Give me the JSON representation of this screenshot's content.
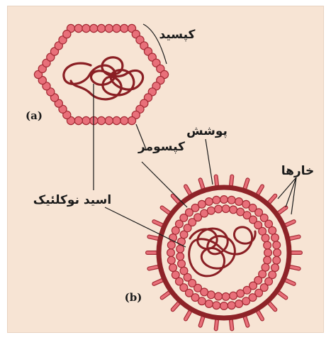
{
  "diagram": {
    "labels": {
      "capsid": "کپسید",
      "capsomere": "کپسومر",
      "envelope": "پوشش",
      "spikes": "خارها",
      "nucleic_acid": "اسید نوکلئیک",
      "panel_a": "(a)",
      "panel_b": "(b)"
    },
    "colors": {
      "background": "#f7e4d4",
      "capsomere_fill": "#e8707a",
      "capsomere_stroke": "#a42a34",
      "envelope": "#8e2328",
      "nucleic_acid": "#8a1f24",
      "leader": "#1b1b1b"
    }
  }
}
